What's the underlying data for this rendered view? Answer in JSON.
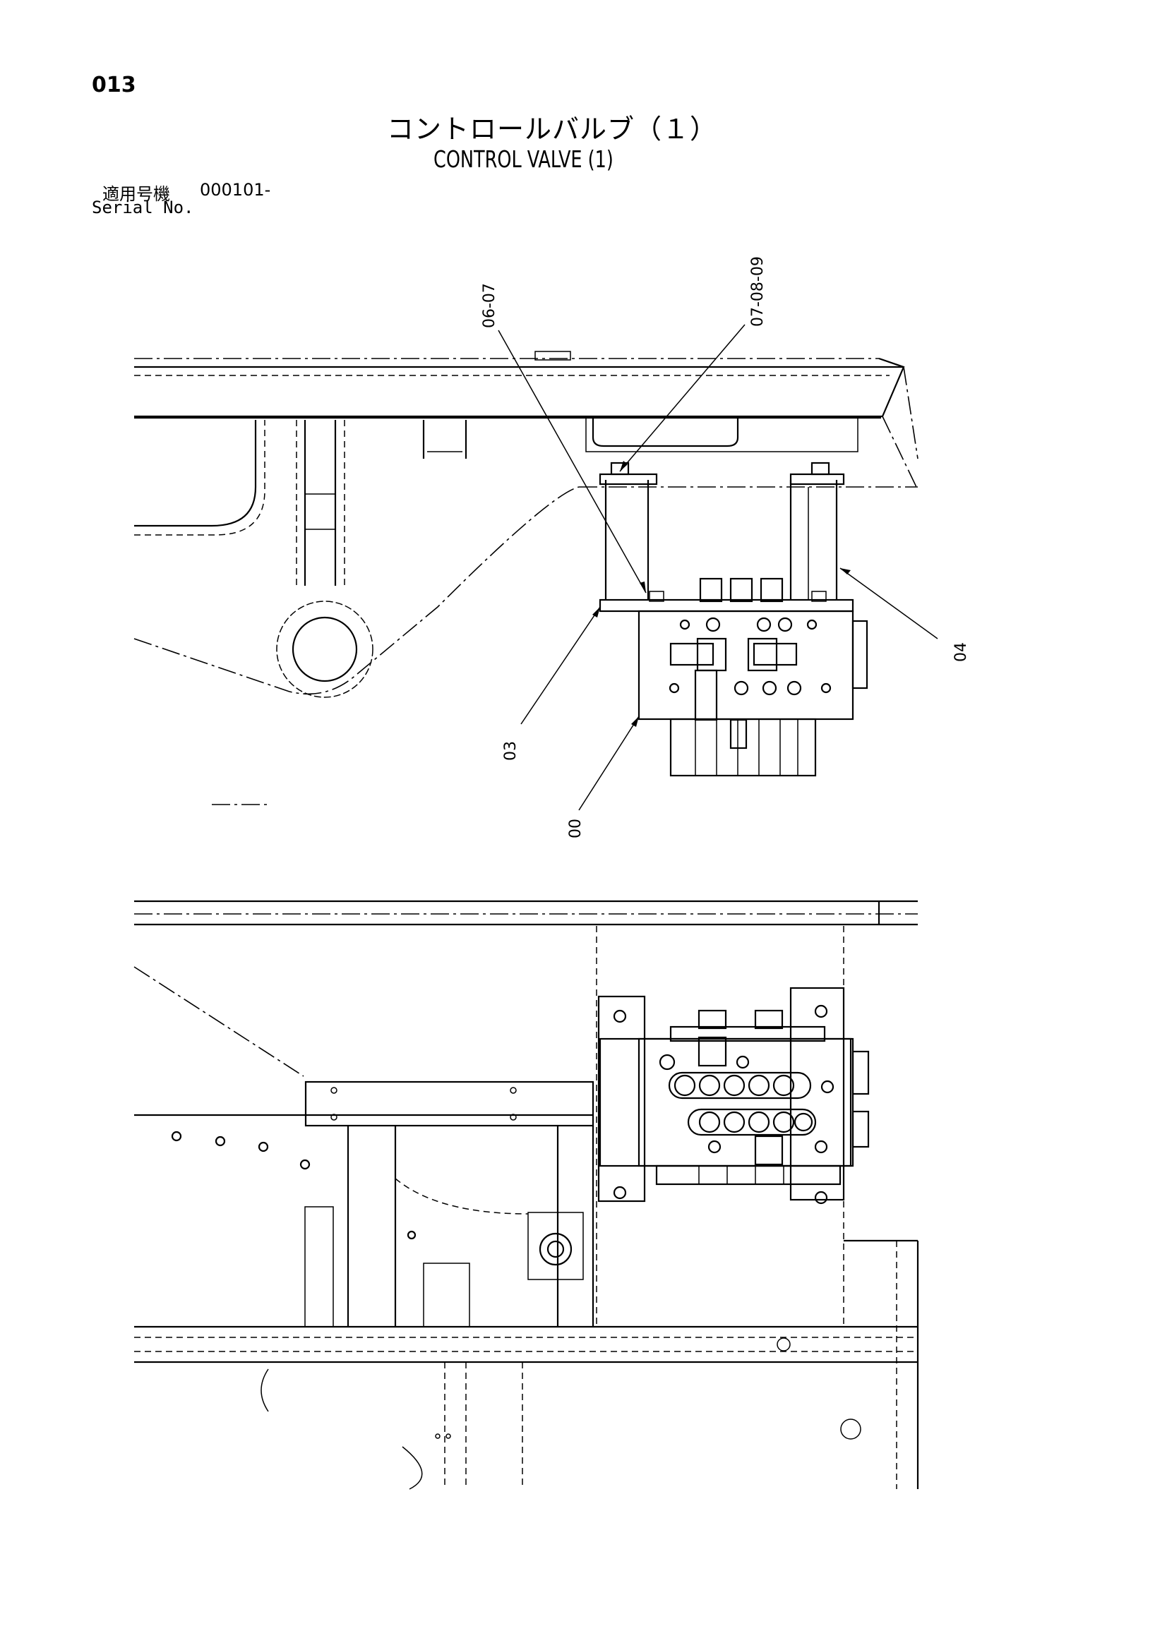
{
  "page": {
    "number": "013"
  },
  "title": {
    "jp": "コントロールバルブ（１）",
    "en": "CONTROL VALVE (1)"
  },
  "serial": {
    "jp_label": "適用号機",
    "value": "000101-",
    "en_label": "Serial No."
  },
  "callouts": [
    "06-07",
    "07-08-09",
    "04",
    "03",
    "00"
  ]
}
